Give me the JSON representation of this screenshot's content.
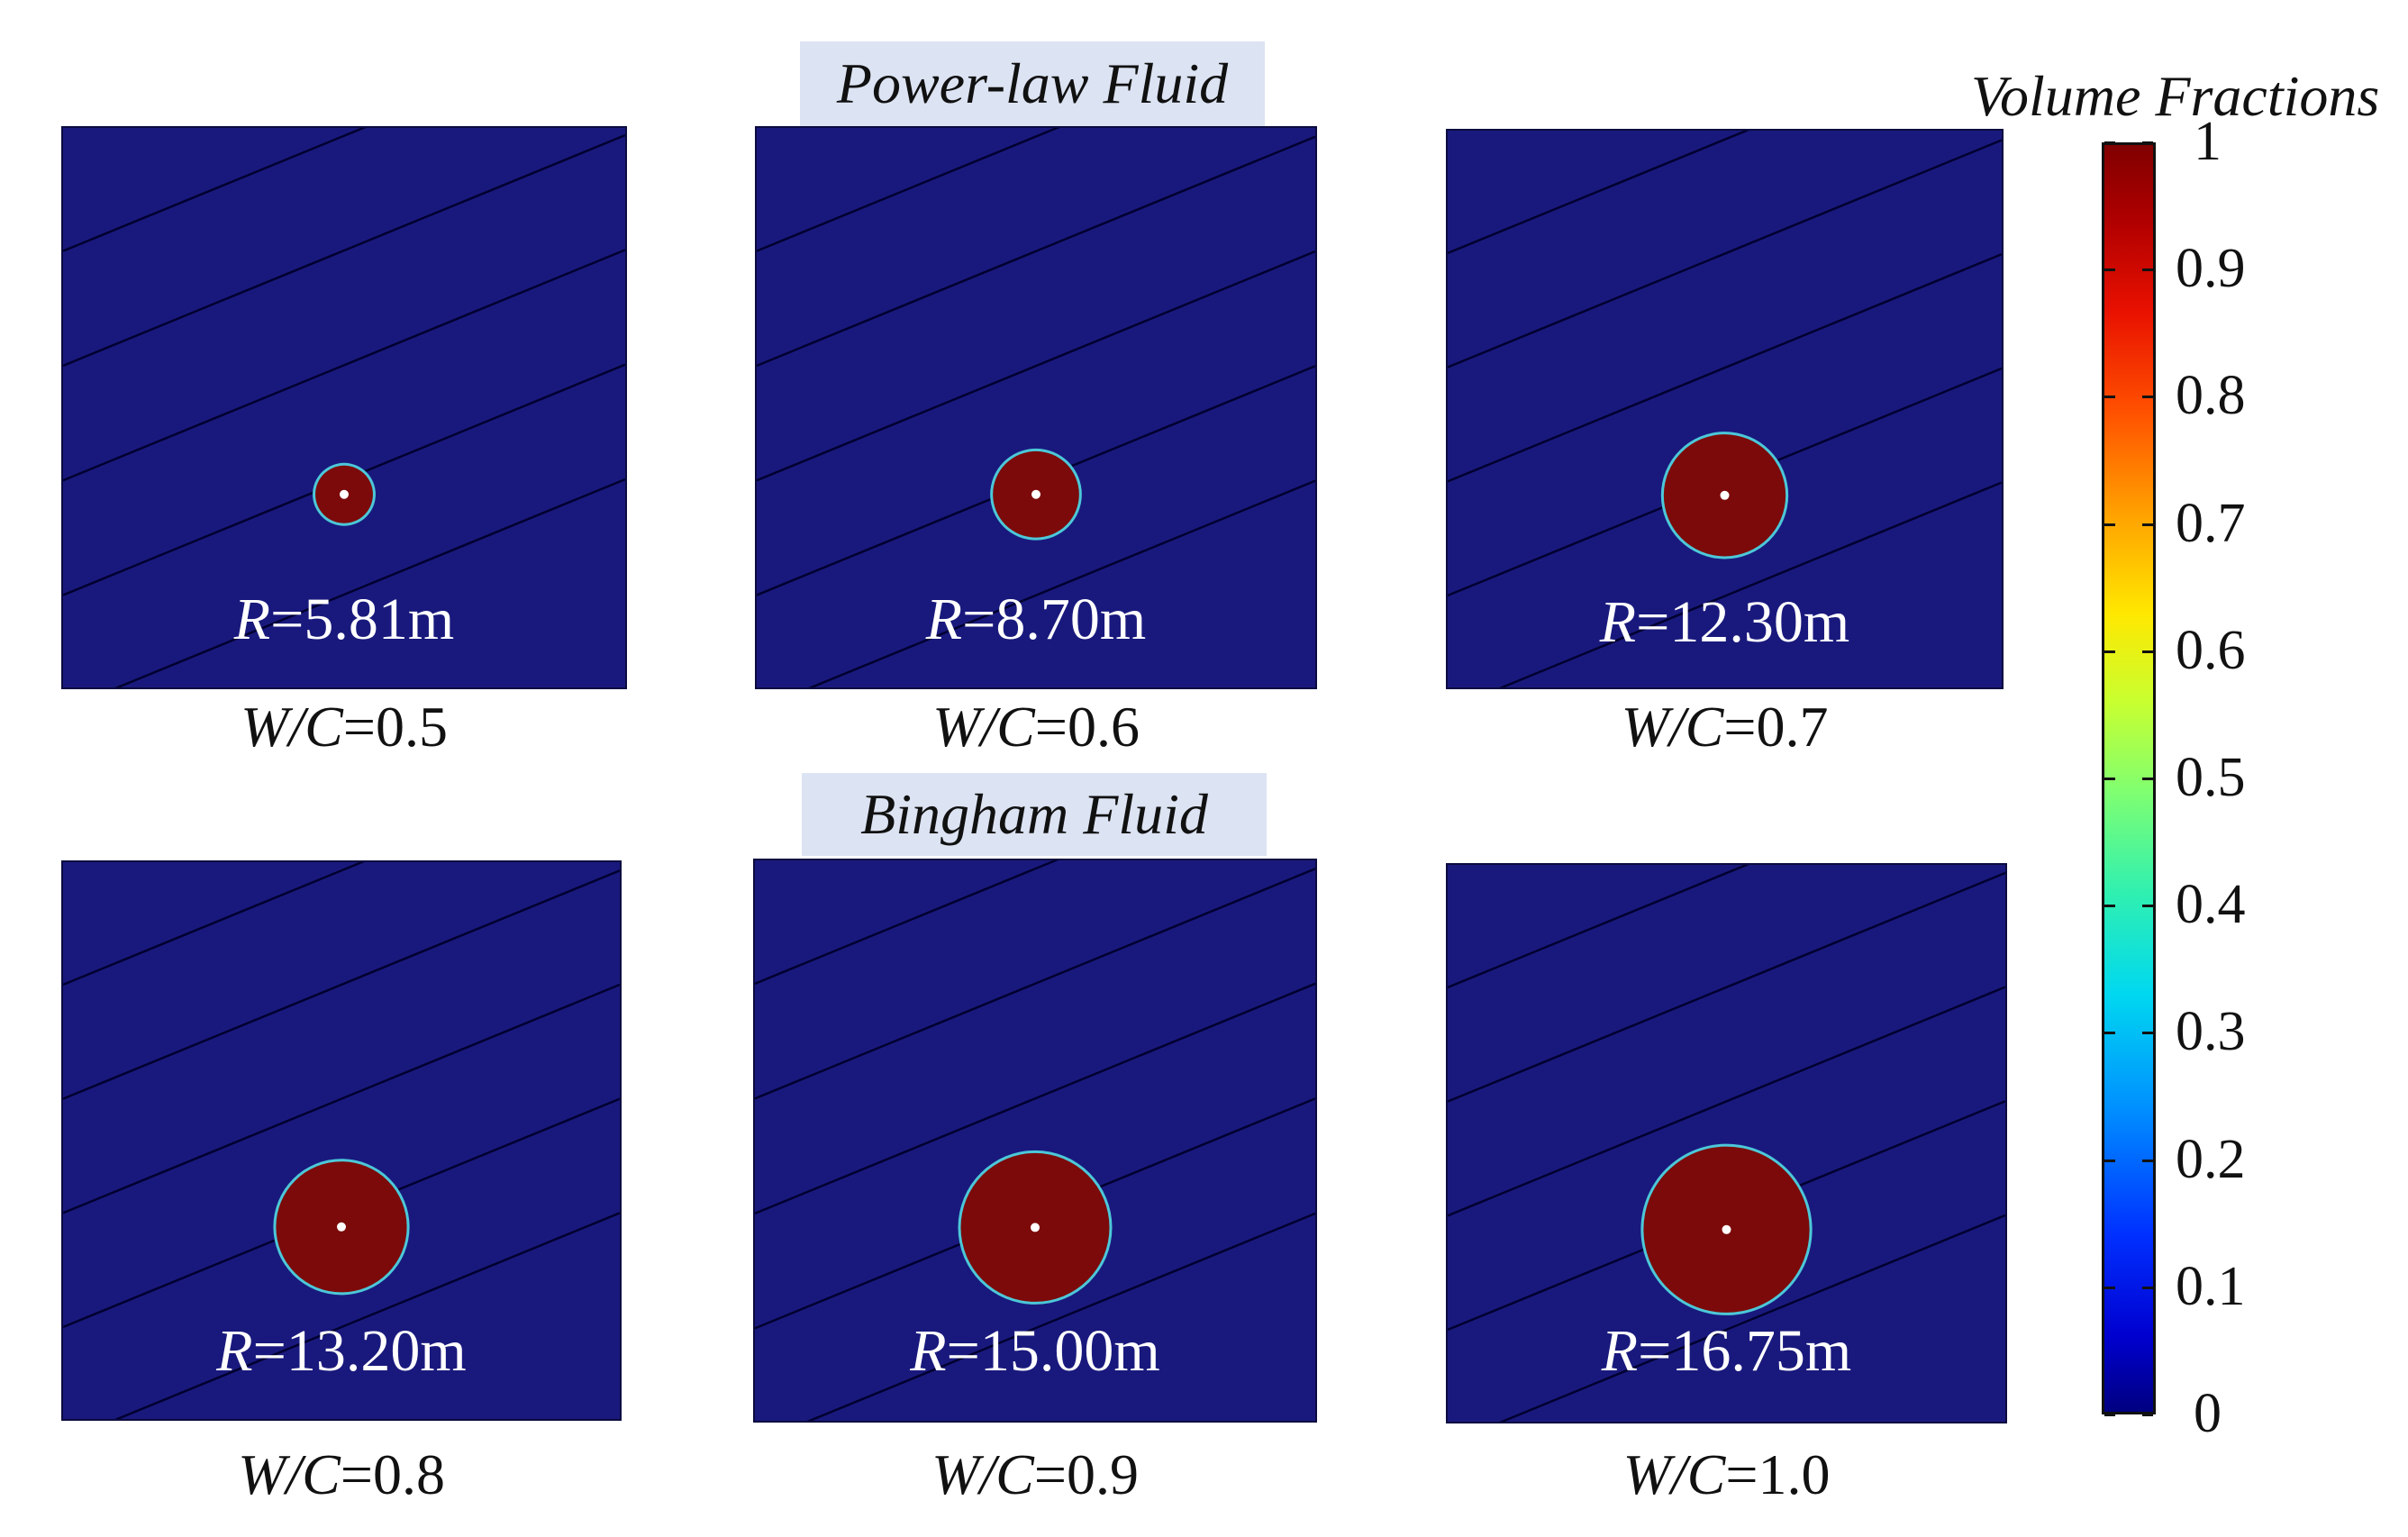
{
  "banners": {
    "top": "Power-law Fluid",
    "bottom": "Bingham Fluid"
  },
  "panels": [
    {
      "r_var": "R",
      "r_value": "=5.81m",
      "wc_var": "W/C",
      "wc_value": "=0.5",
      "radius_m": 5.81
    },
    {
      "r_var": "R",
      "r_value": "=8.70m",
      "wc_var": "W/C",
      "wc_value": "=0.6",
      "radius_m": 8.7
    },
    {
      "r_var": "R",
      "r_value": "=12.30m",
      "wc_var": "W/C",
      "wc_value": "=0.7",
      "radius_m": 12.3
    },
    {
      "r_var": "R",
      "r_value": "=13.20m",
      "wc_var": "W/C",
      "wc_value": "=0.8",
      "radius_m": 13.2
    },
    {
      "r_var": "R",
      "r_value": "=15.00m",
      "wc_var": "W/C",
      "wc_value": "=0.9",
      "radius_m": 15.0
    },
    {
      "r_var": "R",
      "r_value": "=16.75m",
      "wc_var": "W/C",
      "wc_value": "=1.0",
      "radius_m": 16.75
    }
  ],
  "colors": {
    "background_fluid": "#19197d",
    "grout": "#7c0a0a",
    "banner": "#dce3f2"
  },
  "legend": {
    "title": "Volume Fractions",
    "ticks": [
      "1",
      "0.9",
      "0.8",
      "0.7",
      "0.6",
      "0.5",
      "0.4",
      "0.3",
      "0.2",
      "0.1",
      "0"
    ],
    "min": 0,
    "max": 1
  }
}
